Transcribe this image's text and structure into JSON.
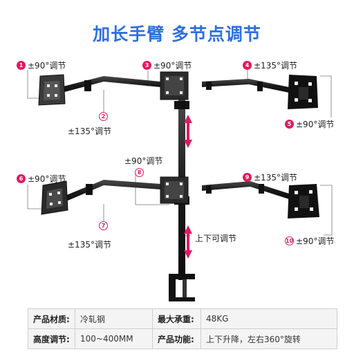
{
  "title": "加长手臂 多节点调节",
  "callouts": [
    {
      "num": "1",
      "label": "±90°调节"
    },
    {
      "num": "2",
      "label": "±135°调节"
    },
    {
      "num": "3",
      "label": "±90°调节"
    },
    {
      "num": "4",
      "label": "±135°调节"
    },
    {
      "num": "5",
      "label": "±90°调节"
    },
    {
      "num": "6",
      "label": "±90°调节"
    },
    {
      "num": "7",
      "label": "±135°调节"
    },
    {
      "num": "8",
      "label": "±90°调节"
    },
    {
      "num": "9",
      "label": "±135°调节"
    },
    {
      "num": "10",
      "label": "±90°调节"
    }
  ],
  "lift_label": "上下可调节",
  "specs": [
    {
      "key": "产品材质:",
      "value": "冷轧钢",
      "key2": "最大承重:",
      "value2": "48KG"
    },
    {
      "key": "高度调节:",
      "value": "100~400MM",
      "key2": "产品功能:",
      "value2": "上下升降，左右360°旋转"
    }
  ],
  "colors": {
    "title": "#2f6fe0",
    "badge": "#e2195f",
    "metal": "#1b1b1b",
    "arrow": "#e2195f"
  }
}
